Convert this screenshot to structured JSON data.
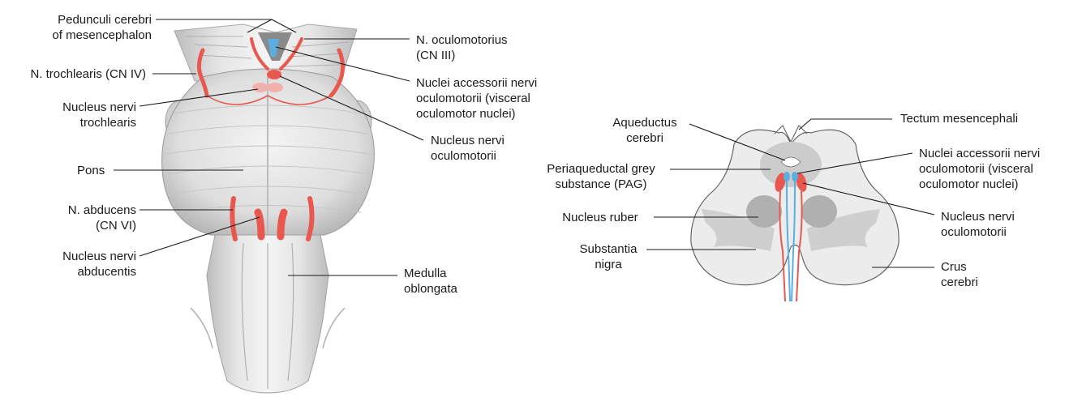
{
  "left": {
    "labels": {
      "pedunculi_l1": "Pedunculi cerebri",
      "pedunculi_l2": "of mesencephalon",
      "trochlearis_n": "N. trochlearis (CN IV)",
      "troch_nuc_l1": "Nucleus nervi",
      "troch_nuc_l2": "trochlearis",
      "pons": "Pons",
      "abducens_l1": "N. abducens",
      "abducens_l2": "(CN VI)",
      "abd_nuc_l1": "Nucleus nervi",
      "abd_nuc_l2": "abducentis",
      "oculomotorius_l1": "N. oculomotorius",
      "oculomotorius_l2": "(CN III)",
      "accessorii_l1": "Nuclei accessorii nervi",
      "accessorii_l2": "oculomotorii (visceral",
      "accessorii_l3": "oculomotor nuclei)",
      "ocm_nuc_l1": "Nucleus nervi",
      "ocm_nuc_l2": "oculomotorii",
      "medulla_l1": "Medulla",
      "medulla_l2": "oblongata"
    }
  },
  "right": {
    "labels": {
      "aqueductus_l1": "Aqueductus",
      "aqueductus_l2": "cerebri",
      "pag_l1": "Periaqueductal grey",
      "pag_l2": "substance (PAG)",
      "ruber": "Nucleus ruber",
      "nigra_l1": "Substantia",
      "nigra_l2": "nigra",
      "tectum": "Tectum mesencephali",
      "accessorii_l1": "Nuclei accessorii nervi",
      "accessorii_l2": "oculomotorii (visceral",
      "accessorii_l3": "oculomotor nuclei)",
      "ocm_nuc_l1": "Nucleus nervi",
      "ocm_nuc_l2": "oculomotorii",
      "crus_l1": "Crus",
      "crus_l2": "cerebri"
    }
  },
  "colors": {
    "motor_nucleus": "#e8584f",
    "visceral_nucleus": "#5aaee0",
    "grey_matter": "#c9c9c9",
    "section_fill": "#ececec",
    "brainstem": "#d9d9d9"
  }
}
